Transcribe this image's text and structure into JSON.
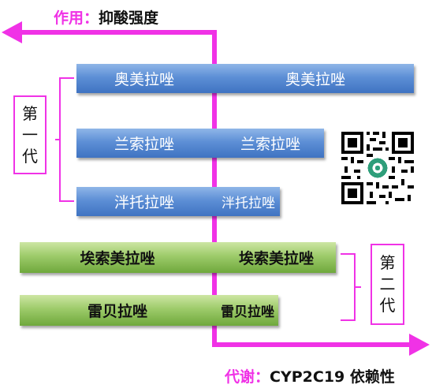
{
  "top_caption": {
    "key": "作用",
    "sep": "：",
    "value": "抑酸强度"
  },
  "bottom_caption": {
    "key": "代谢",
    "sep": "：",
    "value": "CYP2C19 依赖性"
  },
  "generations": [
    {
      "chars": [
        "第",
        "一",
        "代"
      ]
    },
    {
      "chars": [
        "第",
        "二",
        "代"
      ]
    }
  ],
  "drugs": [
    {
      "left": "奥美拉唑",
      "right": "奥美拉唑"
    },
    {
      "left": "兰索拉唑",
      "right": "兰索拉唑"
    },
    {
      "left": "泮托拉唑",
      "right": "泮托拉唑"
    },
    {
      "left": "埃索美拉唑",
      "right": "埃索美拉唑"
    },
    {
      "left": "雷贝拉唑",
      "right": "雷贝拉唑"
    }
  ],
  "colors": {
    "axis": "#f032e6",
    "blue": "#4a7fcb",
    "green": "#8cc152"
  },
  "icons": {
    "qr": "qr-code-icon"
  }
}
